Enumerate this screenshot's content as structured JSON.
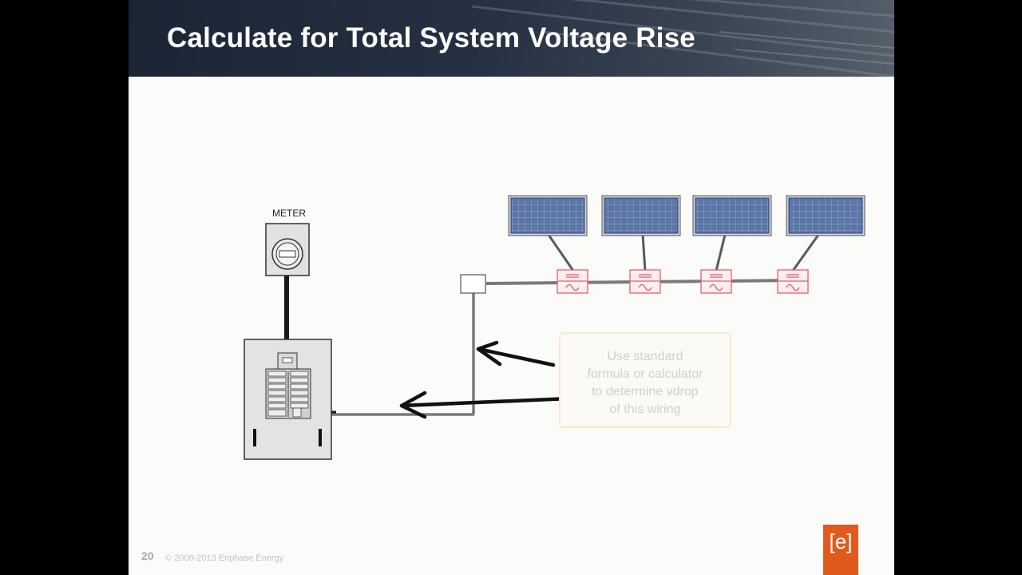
{
  "slide": {
    "title": "Calculate for Total System Voltage Rise",
    "page_number": "20",
    "copyright": "© 2008-2013 Enphase Energy",
    "logo_text": "[e]"
  },
  "diagram": {
    "meter_label": "METER",
    "callout_lines": [
      "Use standard",
      "formula or calculator",
      "to determine vdrop",
      "of this wiring"
    ],
    "panel_count": 4,
    "microinverter_count": 4
  },
  "colors": {
    "header": "#1f2a3a",
    "panel_cells": "#5a75a6",
    "microinverter": "#e06070",
    "logo": "#e05a1c",
    "callout_border": "#f7e9cf"
  },
  "icons": [
    "meter-icon",
    "service-panel-icon",
    "junction-box-icon",
    "solar-panel-icon",
    "microinverter-icon",
    "arrow-icon"
  ]
}
